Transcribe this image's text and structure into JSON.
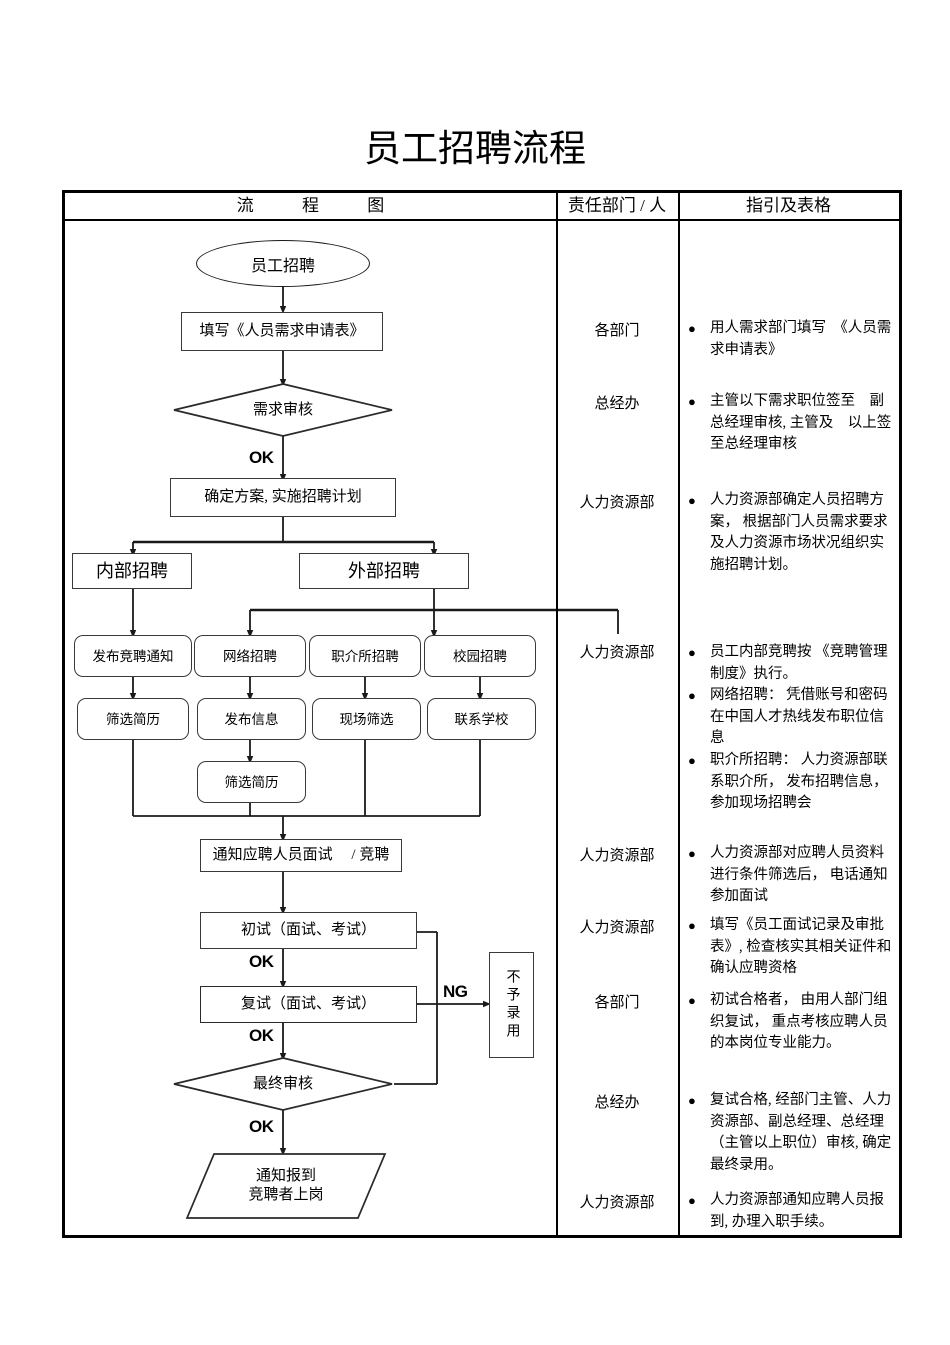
{
  "title": "员工招聘流程",
  "table": {
    "headers": {
      "flow": "流  程  图",
      "dept": "责任部门 / 人",
      "guide": "指引及表格"
    }
  },
  "flow": {
    "start": "员工招聘",
    "n_apply": "填写《人员需求申请表》",
    "d_review": "需求审核",
    "n_plan": "确定方案, 实施招聘计划",
    "n_internal": "内部招聘",
    "n_external": "外部招聘",
    "n_notice": "发布竞聘通知",
    "n_online": "网络招聘",
    "n_agency": "职介所招聘",
    "n_campus": "校园招聘",
    "n_screen1": "筛选简历",
    "n_publish": "发布信息",
    "n_onsite": "现场筛选",
    "n_school": "联系学校",
    "n_screen2": "筛选简历",
    "n_invite": "通知应聘人员面试　 / 竞聘",
    "n_first": "初试（面试、考试）",
    "n_second": "复试（面试、考试）",
    "n_reject": "不予录用",
    "d_final": "最终审核",
    "n_report_l1": "通知报到",
    "n_report_l2": "竞聘者上岗",
    "label_ok1": "OK",
    "label_ok2": "OK",
    "label_ok3": "OK",
    "label_ok4": "OK",
    "label_ng": "NG"
  },
  "departments": [
    {
      "label": "各部门"
    },
    {
      "label": "总经办"
    },
    {
      "label": "人力资源部"
    },
    {
      "label": "人力资源部"
    },
    {
      "label": "人力资源部"
    },
    {
      "label": "人力资源部"
    },
    {
      "label": "各部门"
    },
    {
      "label": "总经办"
    },
    {
      "label": "人力资源部"
    }
  ],
  "guides": [
    {
      "bullet": "●",
      "text": "用人需求部门填写　《人员需求申请表》"
    },
    {
      "bullet": "●",
      "text": "主管以下需求职位签至　副总经理审核, 主管及　以上签至总经理审核"
    },
    {
      "bullet": "●",
      "text": "人力资源部确定人员招聘方案， 根据部门人员需求要求及人力资源市场状况组织实施招聘计划。"
    },
    {
      "bullet": "●",
      "text": "员工内部竞聘按 《竞聘管理制度》执行。"
    },
    {
      "bullet": "●",
      "text": "网络招聘： 凭借账号和密码在中国人才热线发布职位信息"
    },
    {
      "bullet": "●",
      "text": "职介所招聘： 人力资源部联系职介所， 发布招聘信息， 参加现场招聘会"
    },
    {
      "bullet": "●",
      "text": "人力资源部对应聘人员资料进行条件筛选后， 电话通知参加面试"
    },
    {
      "bullet": "●",
      "text": "填写《员工面试记录及审批表》, 检查核实其相关证件和确认应聘资格"
    },
    {
      "bullet": "●",
      "text": "初试合格者， 由用人部门组织复试， 重点考核应聘人员的本岗位专业能力。"
    },
    {
      "bullet": "●",
      "text": "复试合格, 经部门主管、人力资源部、副总经理、总经理（主管以上职位）审核, 确定最终录用。"
    },
    {
      "bullet": "●",
      "text": "人力资源部通知应聘人员报到, 办理入职手续。"
    }
  ]
}
